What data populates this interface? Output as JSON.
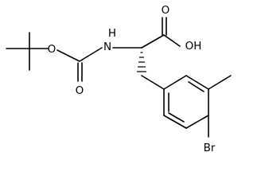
{
  "molecule": {
    "atoms": {
      "carbonyl_oxygen_top": "O",
      "hydroxyl": "OH",
      "amine": "H",
      "amine_n": "N",
      "boc_ester_oxygen": "O",
      "boc_carbonyl_oxygen": "O",
      "bromine": "Br"
    }
  }
}
